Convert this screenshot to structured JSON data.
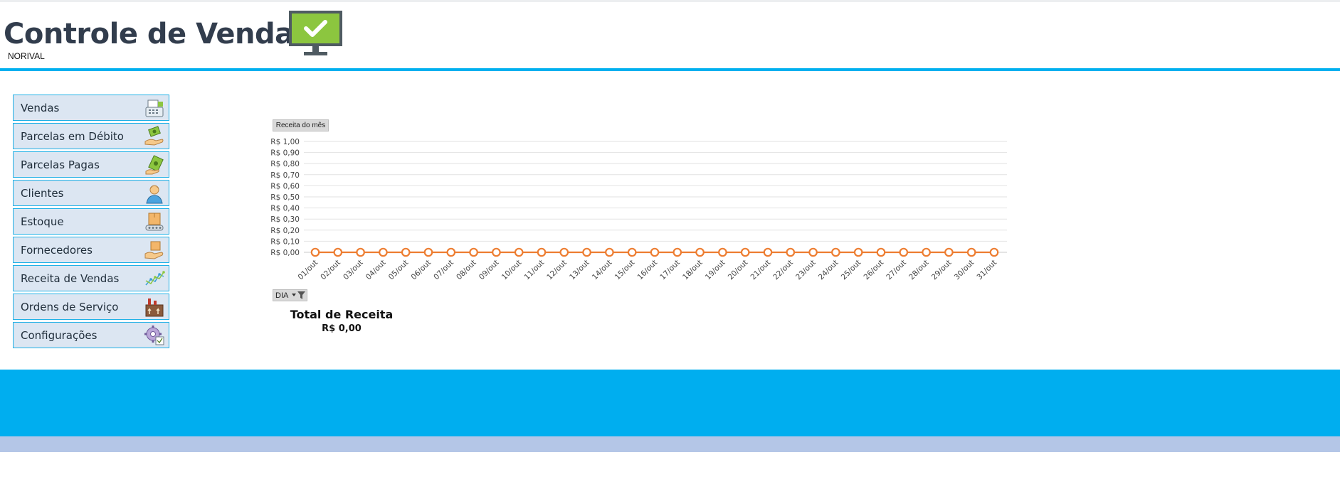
{
  "header": {
    "title": "Controle de Vendas",
    "subtitle": "NORIVAL",
    "logo_icon": "monitor-check-icon",
    "title_color": "#323d4d",
    "accent_color": "#00b0ef"
  },
  "sidebar": {
    "items": [
      {
        "label": "Vendas",
        "icon": "cash-register-icon"
      },
      {
        "label": "Parcelas em Débito",
        "icon": "money-hand-icon"
      },
      {
        "label": "Parcelas Pagas",
        "icon": "paid-money-icon"
      },
      {
        "label": "Clientes",
        "icon": "user-icon"
      },
      {
        "label": "Estoque",
        "icon": "box-conveyor-icon"
      },
      {
        "label": "Fornecedores",
        "icon": "box-hand-icon"
      },
      {
        "label": "Receita de Vendas",
        "icon": "line-chart-icon"
      },
      {
        "label": "Ordens de Serviço",
        "icon": "factory-icon"
      },
      {
        "label": "Configurações",
        "icon": "gear-icon"
      }
    ],
    "item_bg": "#dce6f2",
    "item_border": "#1fb0e6"
  },
  "chart_tag": "Receita do mês",
  "chart_data": {
    "type": "line",
    "title": "",
    "xlabel": "",
    "ylabel": "",
    "categories": [
      "01/out",
      "02/out",
      "03/out",
      "04/out",
      "05/out",
      "06/out",
      "07/out",
      "08/out",
      "09/out",
      "10/out",
      "11/out",
      "12/out",
      "13/out",
      "14/out",
      "15/out",
      "16/out",
      "17/out",
      "18/out",
      "19/out",
      "20/out",
      "21/out",
      "22/out",
      "23/out",
      "24/out",
      "25/out",
      "26/out",
      "27/out",
      "28/out",
      "29/out",
      "30/out",
      "31/out"
    ],
    "series": [
      {
        "values": [
          0,
          0,
          0,
          0,
          0,
          0,
          0,
          0,
          0,
          0,
          0,
          0,
          0,
          0,
          0,
          0,
          0,
          0,
          0,
          0,
          0,
          0,
          0,
          0,
          0,
          0,
          0,
          0,
          0,
          0,
          0
        ],
        "color": "#ed7d31"
      }
    ],
    "y_ticks": [
      "R$ 0,00",
      "R$ 0,10",
      "R$ 0,20",
      "R$ 0,30",
      "R$ 0,40",
      "R$ 0,50",
      "R$ 0,60",
      "R$ 0,70",
      "R$ 0,80",
      "R$ 0,90",
      "R$ 1,00"
    ],
    "ylim": [
      0,
      1
    ],
    "grid": true,
    "legend": "none"
  },
  "filter": {
    "label": "DIA",
    "icon": "filter-dropdown-icon"
  },
  "total": {
    "title": "Total de Receita",
    "value": "R$ 0,00"
  },
  "footer": {
    "band_color": "#00aeef",
    "strip_color": "#b4c6e7"
  }
}
